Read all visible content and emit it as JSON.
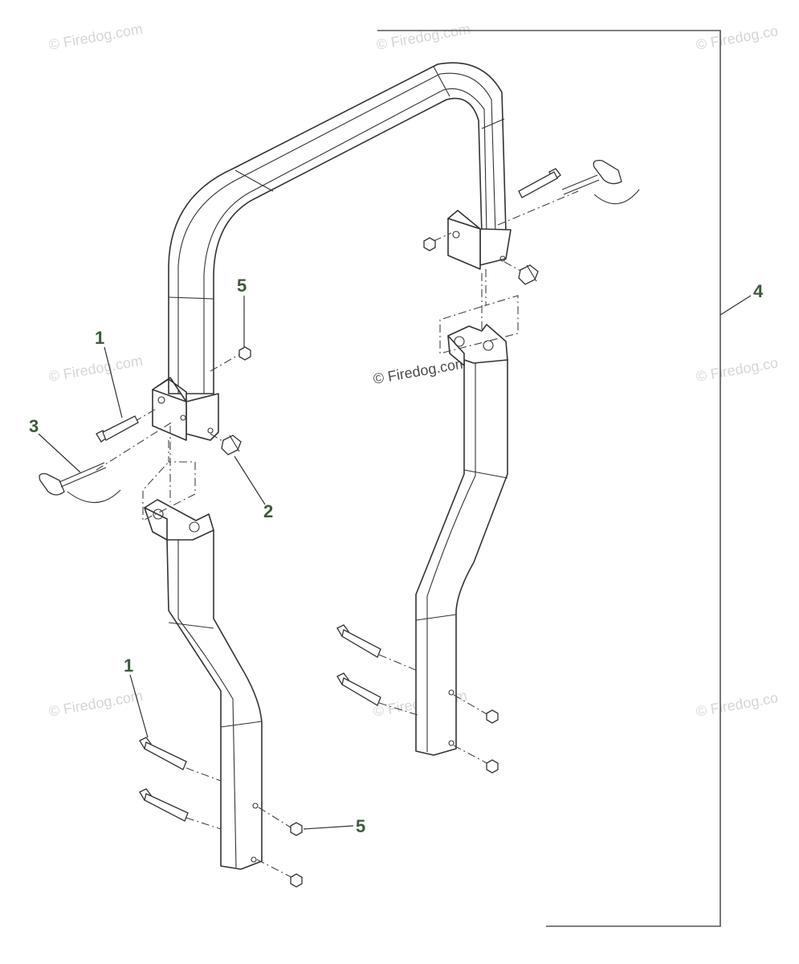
{
  "watermark": {
    "text": "© Firedog.com",
    "text_partial": "© Firedog.co",
    "color": "#d6d6d6"
  },
  "callouts": {
    "bolt_upper": "1",
    "bolt_lower": "1",
    "knob": "2",
    "pin": "3",
    "assembly": "4",
    "nut_upper": "5",
    "nut_lower": "5"
  },
  "colors": {
    "callout": "#3c5a3c",
    "line": "#333333"
  }
}
